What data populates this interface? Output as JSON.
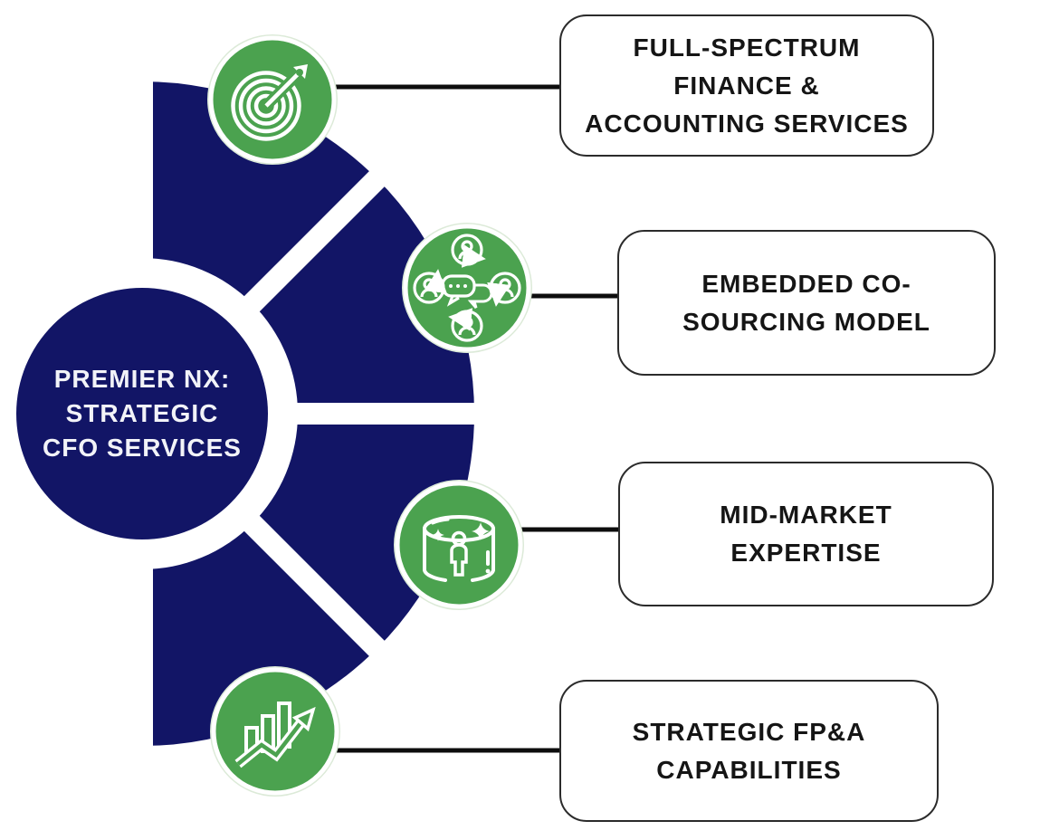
{
  "center": {
    "title": "PREMIER NX:\nSTRATEGIC\nCFO SERVICES"
  },
  "items": [
    {
      "label": "FULL-SPECTRUM\nFINANCE &\nACCOUNTING SERVICES",
      "icon": "target-arrow-icon"
    },
    {
      "label": "EMBEDDED CO-\nSOURCING MODEL",
      "icon": "collaboration-cycle-icon"
    },
    {
      "label": "MID-MARKET\nEXPERTISE",
      "icon": "immersive-panorama-icon"
    },
    {
      "label": "STRATEGIC FP&A\nCAPABILITIES",
      "icon": "growth-chart-icon"
    }
  ],
  "colors": {
    "navy": "#121566",
    "green": "#4BA24F",
    "icon_ring": "#ffffff",
    "icon_halo": "#dcead8",
    "icon_stroke": "#ffffff",
    "connector": "#0d0d0d",
    "box_border": "#2b2b2b",
    "box_bg": "#ffffff",
    "box_text": "#151515",
    "center_text": "#f2f3f8",
    "page_bg": "#ffffff"
  }
}
